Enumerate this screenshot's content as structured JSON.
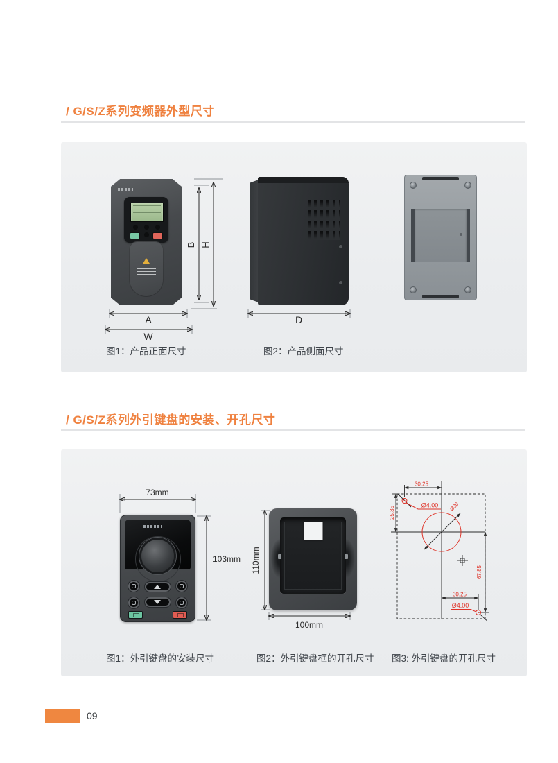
{
  "page": {
    "number": "09"
  },
  "colors": {
    "accent_orange": "#ef813f",
    "dimension_red": "#df3328",
    "run_button_green": "#6cc5a1",
    "stop_button_red": "#e25c52"
  },
  "section1": {
    "title": "/ G/S/Z系列变频器外型尺寸",
    "fig1": {
      "caption": "图1：产品正面尺寸",
      "dim_a": "A",
      "dim_w": "W",
      "dim_b": "B",
      "dim_h": "H"
    },
    "fig2": {
      "caption": "图2：产品侧面尺寸",
      "dim_d": "D"
    }
  },
  "section2": {
    "title": "/ G/S/Z系列外引键盘的安装、开孔尺寸",
    "fig1": {
      "caption": "图1：外引键盘的安装尺寸",
      "dim_width": "73mm",
      "dim_height": "103mm"
    },
    "fig2": {
      "caption": "图2：外引键盘框的开孔尺寸",
      "dim_height": "110mm",
      "dim_width": "100mm"
    },
    "fig3": {
      "caption": "图3: 外引键盘的开孔尺寸",
      "dim_top_offset": "30.25",
      "dim_top_hole": "Ø4.00",
      "dim_left_offset": "25.35",
      "dim_knob_hole": "Ø30",
      "dim_vertical_span": "67.85",
      "dim_bottom_offset": "30.25",
      "dim_bottom_hole": "Ø4.00"
    }
  }
}
